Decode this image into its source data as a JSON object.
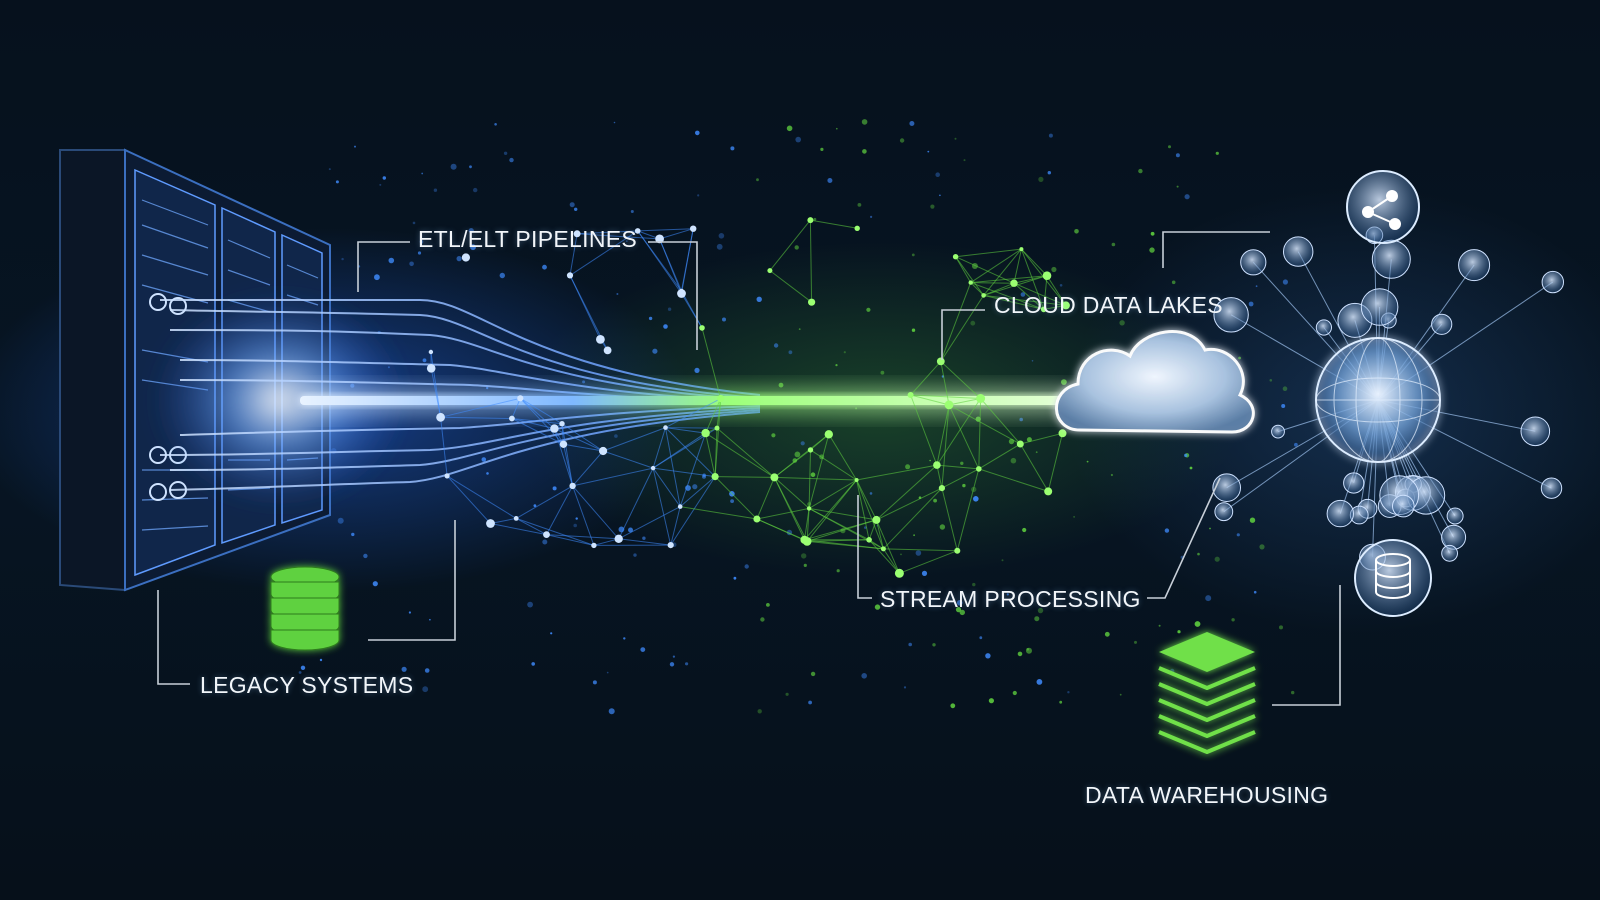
{
  "labels": {
    "etl": "ETL/ELT PIPELINES",
    "cloud_lakes": "CLOUD DATA LAKES",
    "stream": "STREAM PROCESSING",
    "legacy": "LEGACY SYSTEMS",
    "warehousing": "DATA WAREHOUSING"
  },
  "colors": {
    "background": "#05101c",
    "blue_accent": "#3f8cff",
    "green_accent": "#5fd13f",
    "label_text": "#f2f6fa",
    "connector_line": "#c7cfd8"
  },
  "icons": [
    "server-rack-icon",
    "database-icon",
    "cloud-icon",
    "globe-network-icon",
    "layer-stack-icon",
    "network-node-icon"
  ]
}
